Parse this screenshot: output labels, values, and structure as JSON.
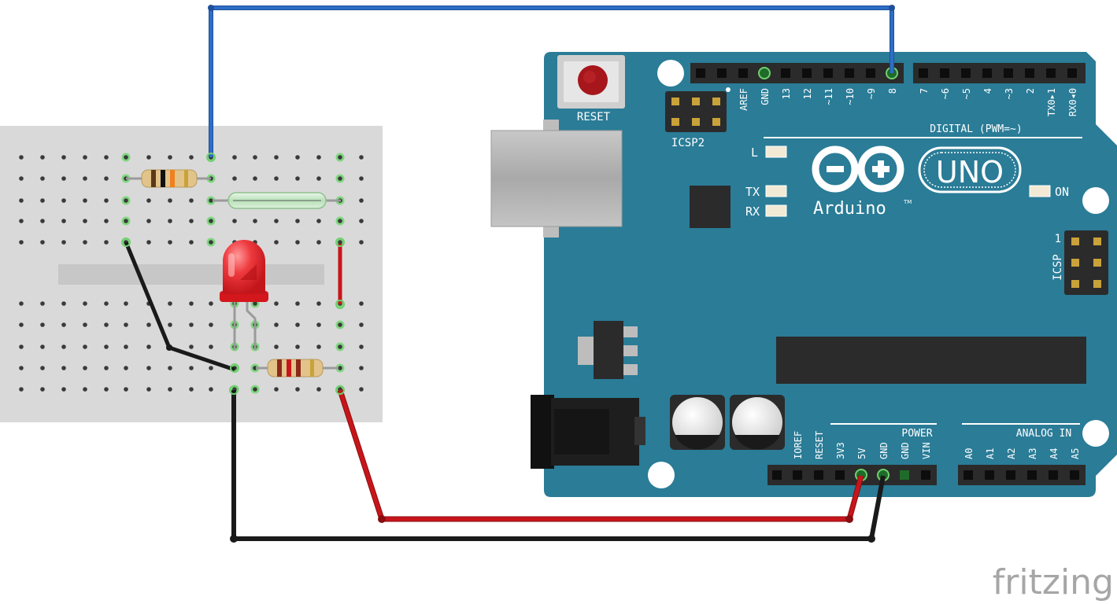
{
  "board": {
    "reset_label": "RESET",
    "icsp2_label": "ICSP2",
    "icsp_label": "ICSP",
    "icsp_pin1": "1",
    "led_l": "L",
    "led_tx": "TX",
    "led_rx": "RX",
    "led_on": "ON",
    "logo_text": "Arduino",
    "logo_tm": "TM",
    "model": "UNO",
    "digital_label": "DIGITAL (PWM=~)",
    "power_label": "POWER",
    "analog_label": "ANALOG IN",
    "digital_pins_left": [
      "AREF",
      "GND",
      "13",
      "12",
      "~11",
      "~10",
      "~9",
      "8"
    ],
    "digital_pins_right": [
      "7",
      "~6",
      "~5",
      "4",
      "~3",
      "2",
      "TX0▸1",
      "RX0◂0"
    ],
    "power_pins": [
      "IOREF",
      "RESET",
      "3V3",
      "5V",
      "GND",
      "GND",
      "VIN"
    ],
    "analog_pins": [
      "A0",
      "A1",
      "A2",
      "A3",
      "A4",
      "A5"
    ]
  },
  "watermark": "fritzing",
  "colors": {
    "board": "#2a7c97",
    "board_text": "#ffffff",
    "header": "#2b2b2b",
    "breadboard": "#d9d9d9",
    "wire_blue": "#2d6ec6",
    "wire_red": "#c8151a",
    "wire_black": "#1a1a1a",
    "led_red": "#e8262b",
    "watermark": "#a6a6a6"
  }
}
